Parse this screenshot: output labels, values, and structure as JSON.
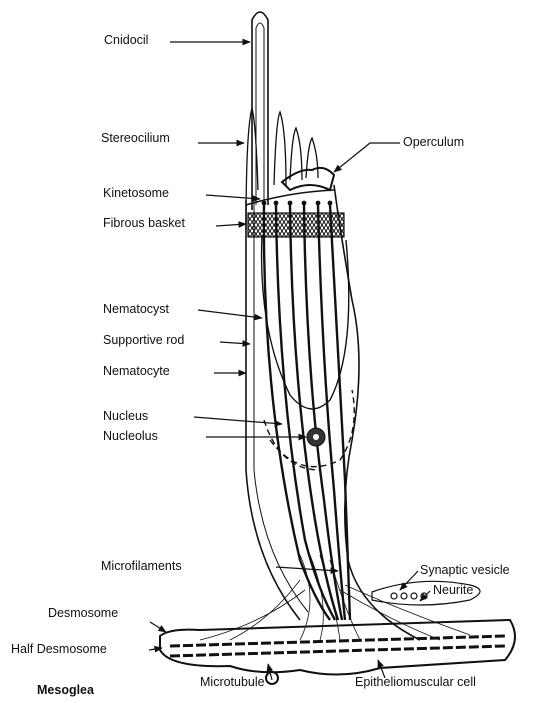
{
  "diagram": {
    "labels": {
      "cnidocil": "Cnidocil",
      "stereocilium": "Stereocilium",
      "operculum": "Operculum",
      "kinetosome": "Kinetosome",
      "fibrous_basket": "Fibrous basket",
      "nematocyst": "Nematocyst",
      "supportive_rod": "Supportive rod",
      "nematocyte": "Nematocyte",
      "nucleus": "Nucleus",
      "nucleolus": "Nucleolus",
      "microfilaments": "Microfilaments",
      "synaptic_vesicle": "Synaptic vesicle",
      "neurite": "Neurite",
      "desmosome": "Desmosome",
      "half_desmosome": "Half Desmosome",
      "microtubule": "Microtubule",
      "epitheliomuscular_cell": "Epitheliomuscular cell",
      "mesoglea": "Mesoglea"
    }
  }
}
